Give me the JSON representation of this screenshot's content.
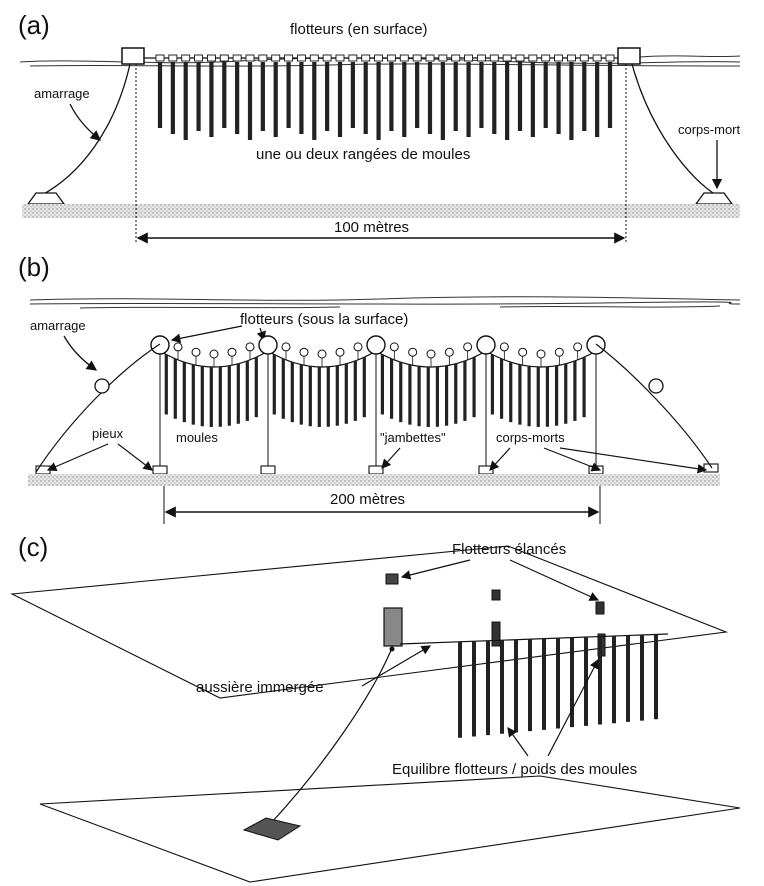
{
  "panels": {
    "a": {
      "letter": "(a)",
      "labels": {
        "floats": "flotteurs (en surface)",
        "mooring": "amarrage",
        "deadweight": "corps-mort",
        "mussels": "une ou deux rangées de moules",
        "span": "100 mètres"
      }
    },
    "b": {
      "letter": "(b)",
      "labels": {
        "mooring": "amarrage",
        "floats": "flotteurs (sous la surface)",
        "piles": "pieux",
        "mussels": "moules",
        "legs": "\"jambettes\"",
        "deadweights": "corps-morts",
        "span": "200 mètres"
      }
    },
    "c": {
      "letter": "(c)",
      "labels": {
        "floats": "Flotteurs élancés",
        "cable": "aussière immergée",
        "balance": "Equilibre flotteurs / poids des moules"
      }
    }
  }
}
